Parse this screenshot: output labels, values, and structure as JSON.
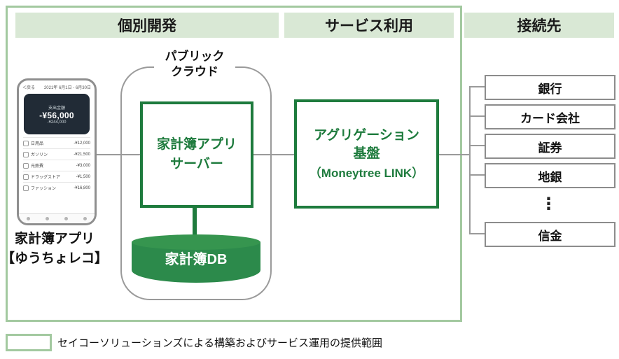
{
  "headers": {
    "left": "個別開発",
    "middle": "サービス利用",
    "right": "接続先"
  },
  "cloud": {
    "label_line1": "パブリック",
    "label_line2": "クラウド"
  },
  "server": {
    "line1": "家計簿アプリ",
    "line2": "サーバー"
  },
  "db": {
    "label": "家計簿DB"
  },
  "aggregation": {
    "line1": "アグリゲーション",
    "line2": "基盤",
    "line3": "（Moneytree LINK）"
  },
  "destinations": {
    "items": [
      {
        "label": "銀行"
      },
      {
        "label": "カード会社"
      },
      {
        "label": "証券"
      },
      {
        "label": "地銀"
      },
      {
        "label": "信金"
      }
    ],
    "ellipsis": "⋮"
  },
  "phone": {
    "caption_line1": "家計簿アプリ",
    "caption_line2": "【ゆうちょレコ】",
    "screen": {
      "back": "＜戻る",
      "period": "2021年 6月1日 - 6月30日",
      "card_label": "支出金額",
      "amount": "-¥56,000",
      "sub_amount": "-¥244,000",
      "rows": [
        {
          "label": "日用品",
          "amount": "-¥12,000"
        },
        {
          "label": "ガソリン",
          "amount": "-¥21,500"
        },
        {
          "label": "光熱費",
          "amount": "-¥3,000"
        },
        {
          "label": "ドラッグストア",
          "amount": "-¥1,500"
        },
        {
          "label": "ファッション",
          "amount": "-¥16,800"
        }
      ]
    }
  },
  "legend": {
    "text": "セイコーソリューションズによる構築およびサービス運用の提供範囲"
  },
  "colors": {
    "dark_green": "#1e7b3d",
    "light_green_border": "#a3c9a0",
    "band_green": "#d9e8d5"
  }
}
